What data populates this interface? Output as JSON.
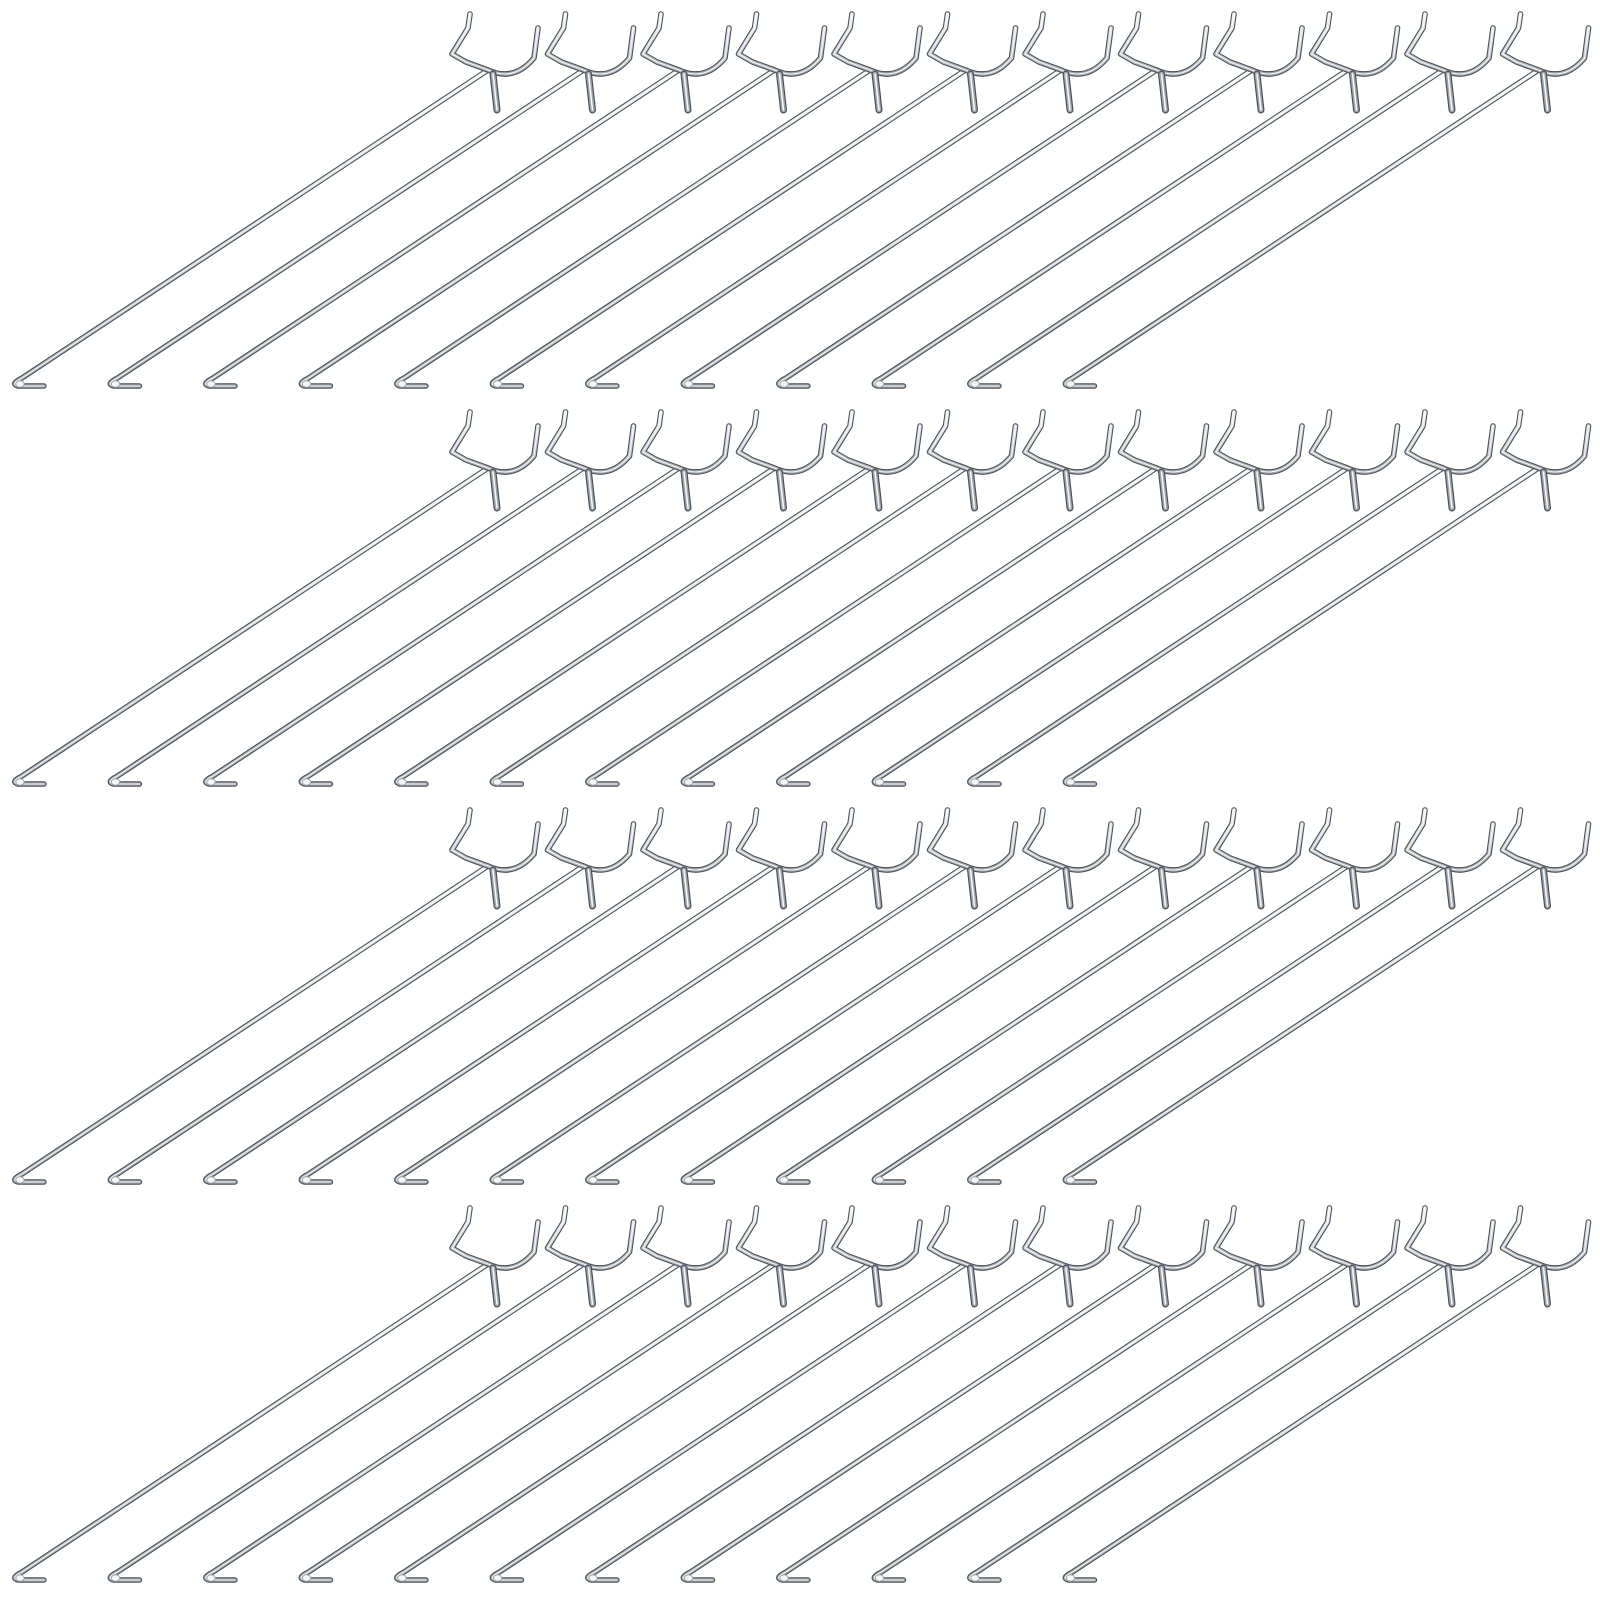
{
  "image": {
    "subject": "metal-pegboard-hooks",
    "background_color": "#ffffff",
    "wire_colors": {
      "highlight": "#f4f6f8",
      "light": "#d5d9de",
      "mid": "#9ea4ab",
      "dark": "#4d5258"
    },
    "rows": 4,
    "hooks_per_row": 12
  }
}
